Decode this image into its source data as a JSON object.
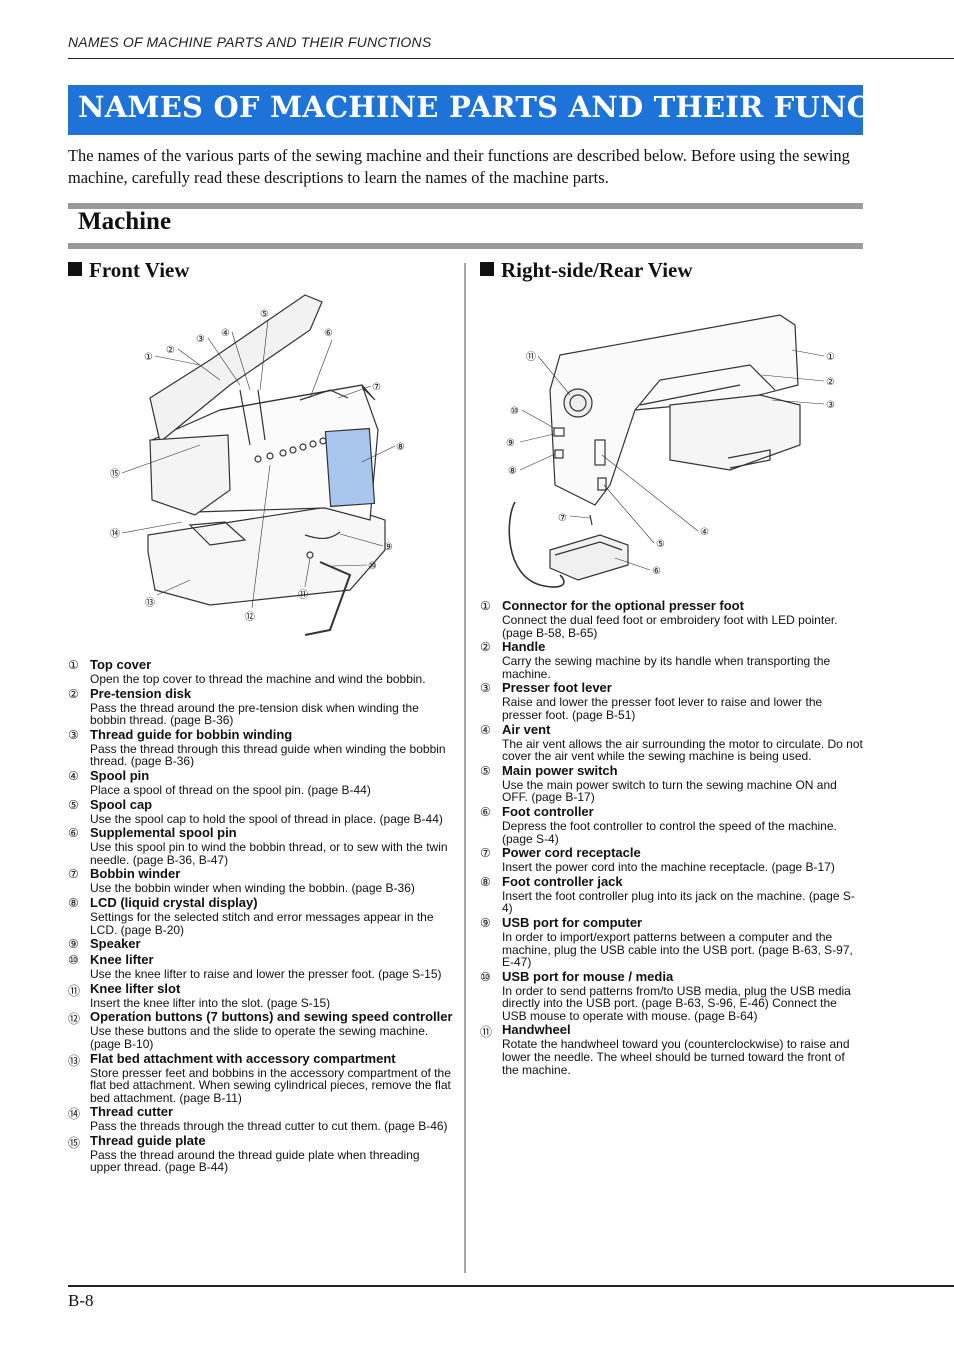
{
  "header": {
    "running_title": "NAMES OF MACHINE PARTS AND THEIR FUNCTIONS"
  },
  "title": "NAMES OF MACHINE PARTS AND THEIR FUNCTIONS",
  "intro": "The names of the various parts of the sewing machine and their functions are described below. Before using the sewing machine, carefully read these descriptions to learn the names of the machine parts.",
  "section": {
    "title": "Machine"
  },
  "front_view": {
    "heading": "Front View",
    "callouts": [
      "①",
      "②",
      "③",
      "④",
      "⑤",
      "⑥",
      "⑦",
      "⑧",
      "⑨",
      "⑩",
      "⑪",
      "⑫",
      "⑬",
      "⑭",
      "⑮"
    ],
    "items": [
      {
        "num": "①",
        "name": "Top cover",
        "desc": "Open the top cover to thread the machine and wind the bobbin."
      },
      {
        "num": "②",
        "name": "Pre-tension disk",
        "desc": "Pass the thread around the pre-tension disk when winding the bobbin thread. (page B-36)"
      },
      {
        "num": "③",
        "name": "Thread guide for bobbin winding",
        "desc": "Pass the thread through this thread guide when winding the bobbin thread. (page B-36)"
      },
      {
        "num": "④",
        "name": "Spool pin",
        "desc": "Place a spool of thread on the spool pin. (page B-44)"
      },
      {
        "num": "⑤",
        "name": "Spool cap",
        "desc": "Use the spool cap to hold the spool of thread in place. (page B-44)"
      },
      {
        "num": "⑥",
        "name": "Supplemental spool pin",
        "desc": "Use this spool pin to wind the bobbin thread, or to sew with the twin needle. (page B-36, B-47)"
      },
      {
        "num": "⑦",
        "name": "Bobbin winder",
        "desc": "Use the bobbin winder when winding the bobbin. (page B-36)"
      },
      {
        "num": "⑧",
        "name": "LCD (liquid crystal display)",
        "desc": "Settings for the selected stitch and error messages appear in the LCD. (page B-20)"
      },
      {
        "num": "⑨",
        "name": "Speaker",
        "desc": ""
      },
      {
        "num": "⑩",
        "name": "Knee lifter",
        "desc": "Use the knee lifter to raise and lower the presser foot. (page S-15)"
      },
      {
        "num": "⑪",
        "name": "Knee lifter slot",
        "desc": "Insert the knee lifter into the slot. (page S-15)"
      },
      {
        "num": "⑫",
        "name": "Operation buttons (7 buttons) and sewing speed controller",
        "desc": "Use these buttons and the slide to operate the sewing machine. (page B-10)"
      },
      {
        "num": "⑬",
        "name": "Flat bed attachment with accessory compartment",
        "desc": "Store presser feet and bobbins in the accessory compartment of the flat bed attachment. When sewing cylindrical pieces, remove the flat bed attachment. (page B-11)"
      },
      {
        "num": "⑭",
        "name": "Thread cutter",
        "desc": "Pass the threads through the thread cutter to cut them. (page B-46)"
      },
      {
        "num": "⑮",
        "name": "Thread guide plate",
        "desc": "Pass the thread around the thread guide plate when threading upper thread. (page B-44)"
      }
    ]
  },
  "rear_view": {
    "heading": "Right-side/Rear View",
    "callouts": [
      "①",
      "②",
      "③",
      "④",
      "⑤",
      "⑥",
      "⑦",
      "⑧",
      "⑨",
      "⑩",
      "⑪"
    ],
    "items": [
      {
        "num": "①",
        "name": "Connector for the optional presser foot",
        "desc": "Connect the dual feed foot or embroidery foot with LED pointer. (page B-58, B-65)"
      },
      {
        "num": "②",
        "name": "Handle",
        "desc": "Carry the sewing machine by its handle when transporting the machine."
      },
      {
        "num": "③",
        "name": "Presser foot lever",
        "desc": "Raise and lower the presser foot lever to raise and lower the presser foot. (page B-51)"
      },
      {
        "num": "④",
        "name": "Air vent",
        "desc": "The air vent allows the air surrounding the motor to circulate. Do not cover the air vent while the sewing machine is being used."
      },
      {
        "num": "⑤",
        "name": "Main power switch",
        "desc": "Use the main power switch to turn the sewing machine ON and OFF. (page B-17)"
      },
      {
        "num": "⑥",
        "name": "Foot controller",
        "desc": "Depress the foot controller to control the speed of the machine. (page S-4)"
      },
      {
        "num": "⑦",
        "name": "Power cord receptacle",
        "desc": "Insert the power cord into the machine receptacle. (page B-17)"
      },
      {
        "num": "⑧",
        "name": "Foot controller jack",
        "desc": "Insert the foot controller plug into its jack on the machine. (page S-4)"
      },
      {
        "num": "⑨",
        "name": "USB port for computer",
        "desc": "In order to import/export patterns between a computer and the machine, plug the USB cable into the USB port. (page B-63, S-97, E-47)"
      },
      {
        "num": "⑩",
        "name": "USB port for mouse / media",
        "desc": "In order to send patterns from/to USB media, plug the USB media directly into the USB port. (page B-63, S-96, E-46) Connect the USB mouse to operate with mouse. (page B-64)"
      },
      {
        "num": "⑪",
        "name": "Handwheel",
        "desc": "Rotate the handwheel toward you (counterclockwise) to raise and lower the needle. The wheel should be turned toward the front of the machine."
      }
    ]
  },
  "footer": {
    "page": "B-8"
  },
  "colors": {
    "title_bar": "#1e73d8",
    "section_bar": "#9a9a9a",
    "lcd": "#a9c6ef"
  }
}
